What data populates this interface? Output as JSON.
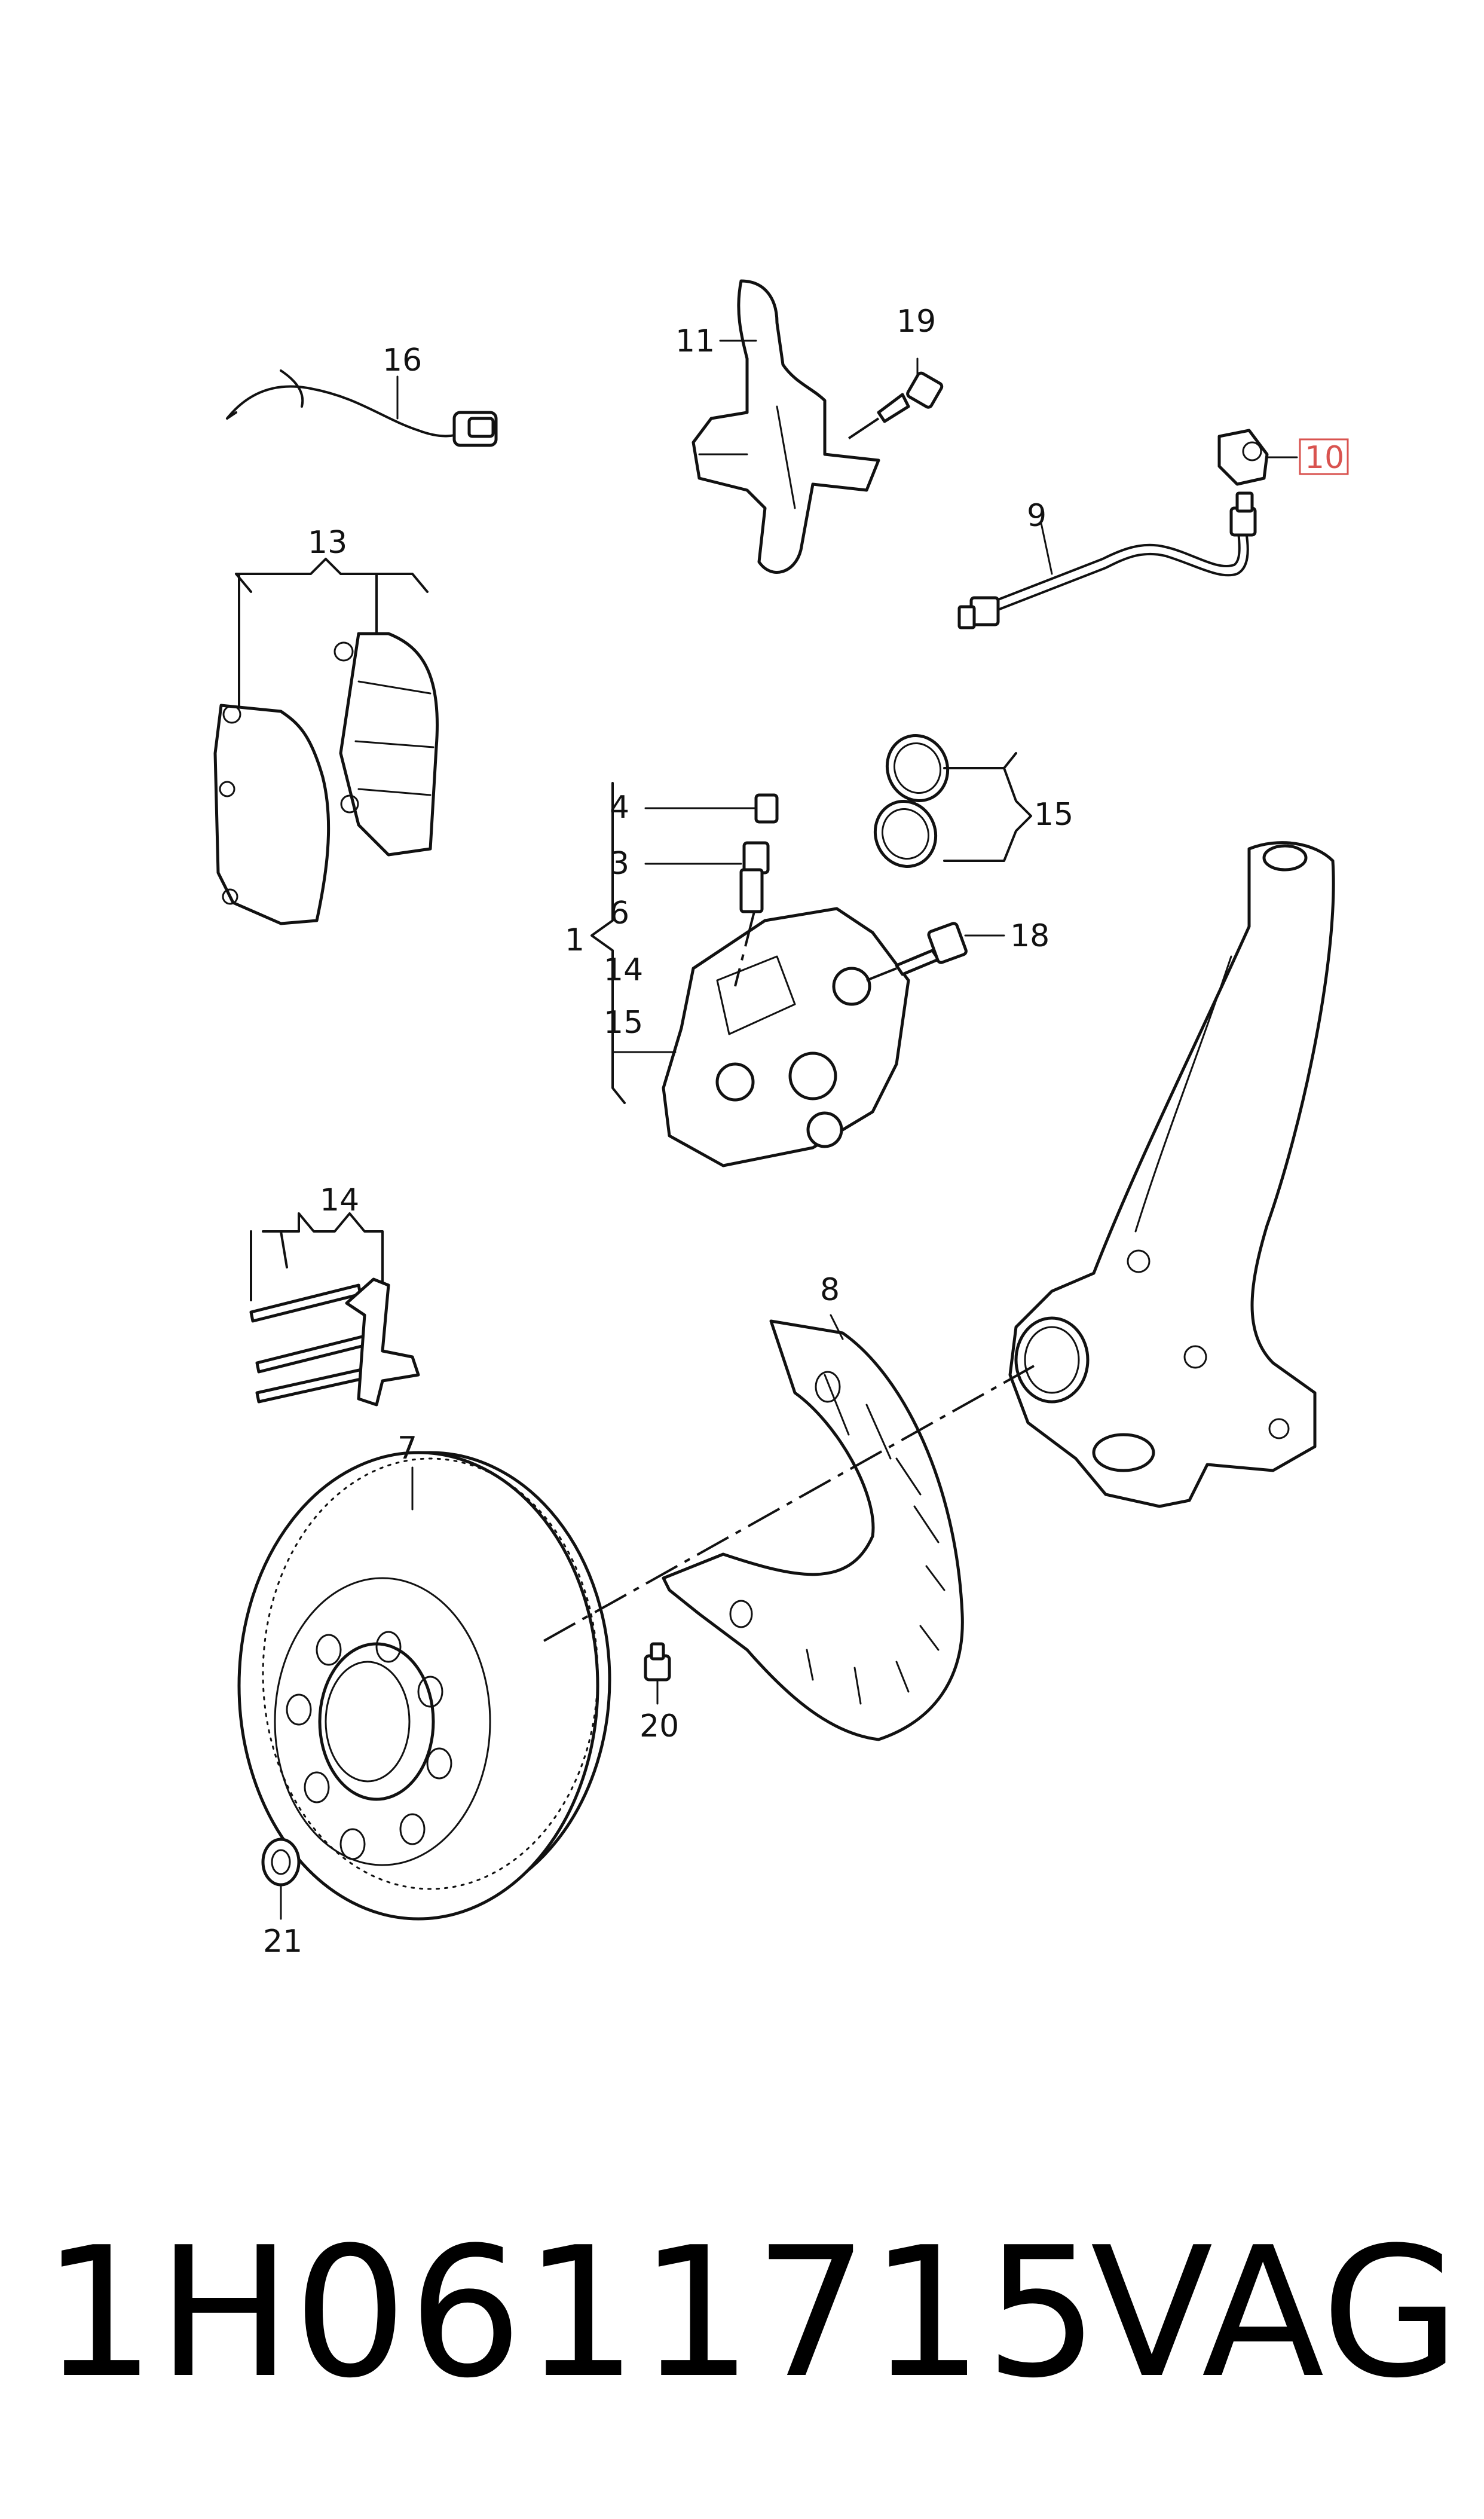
{
  "diagram": {
    "callouts": {
      "c1": "1",
      "c3": "3",
      "c4": "4",
      "c6": "6",
      "c7": "7",
      "c8": "8",
      "c9": "9",
      "c10": "10",
      "c11": "11",
      "c13": "13",
      "c14a": "14",
      "c14b": "14",
      "c15a": "15",
      "c15b": "15",
      "c16": "16",
      "c18": "18",
      "c19": "19",
      "c20": "20",
      "c21": "21"
    },
    "highlight_color": "#d9534f"
  },
  "footer": {
    "part_number": "1H0611715",
    "brand": "VAG"
  }
}
